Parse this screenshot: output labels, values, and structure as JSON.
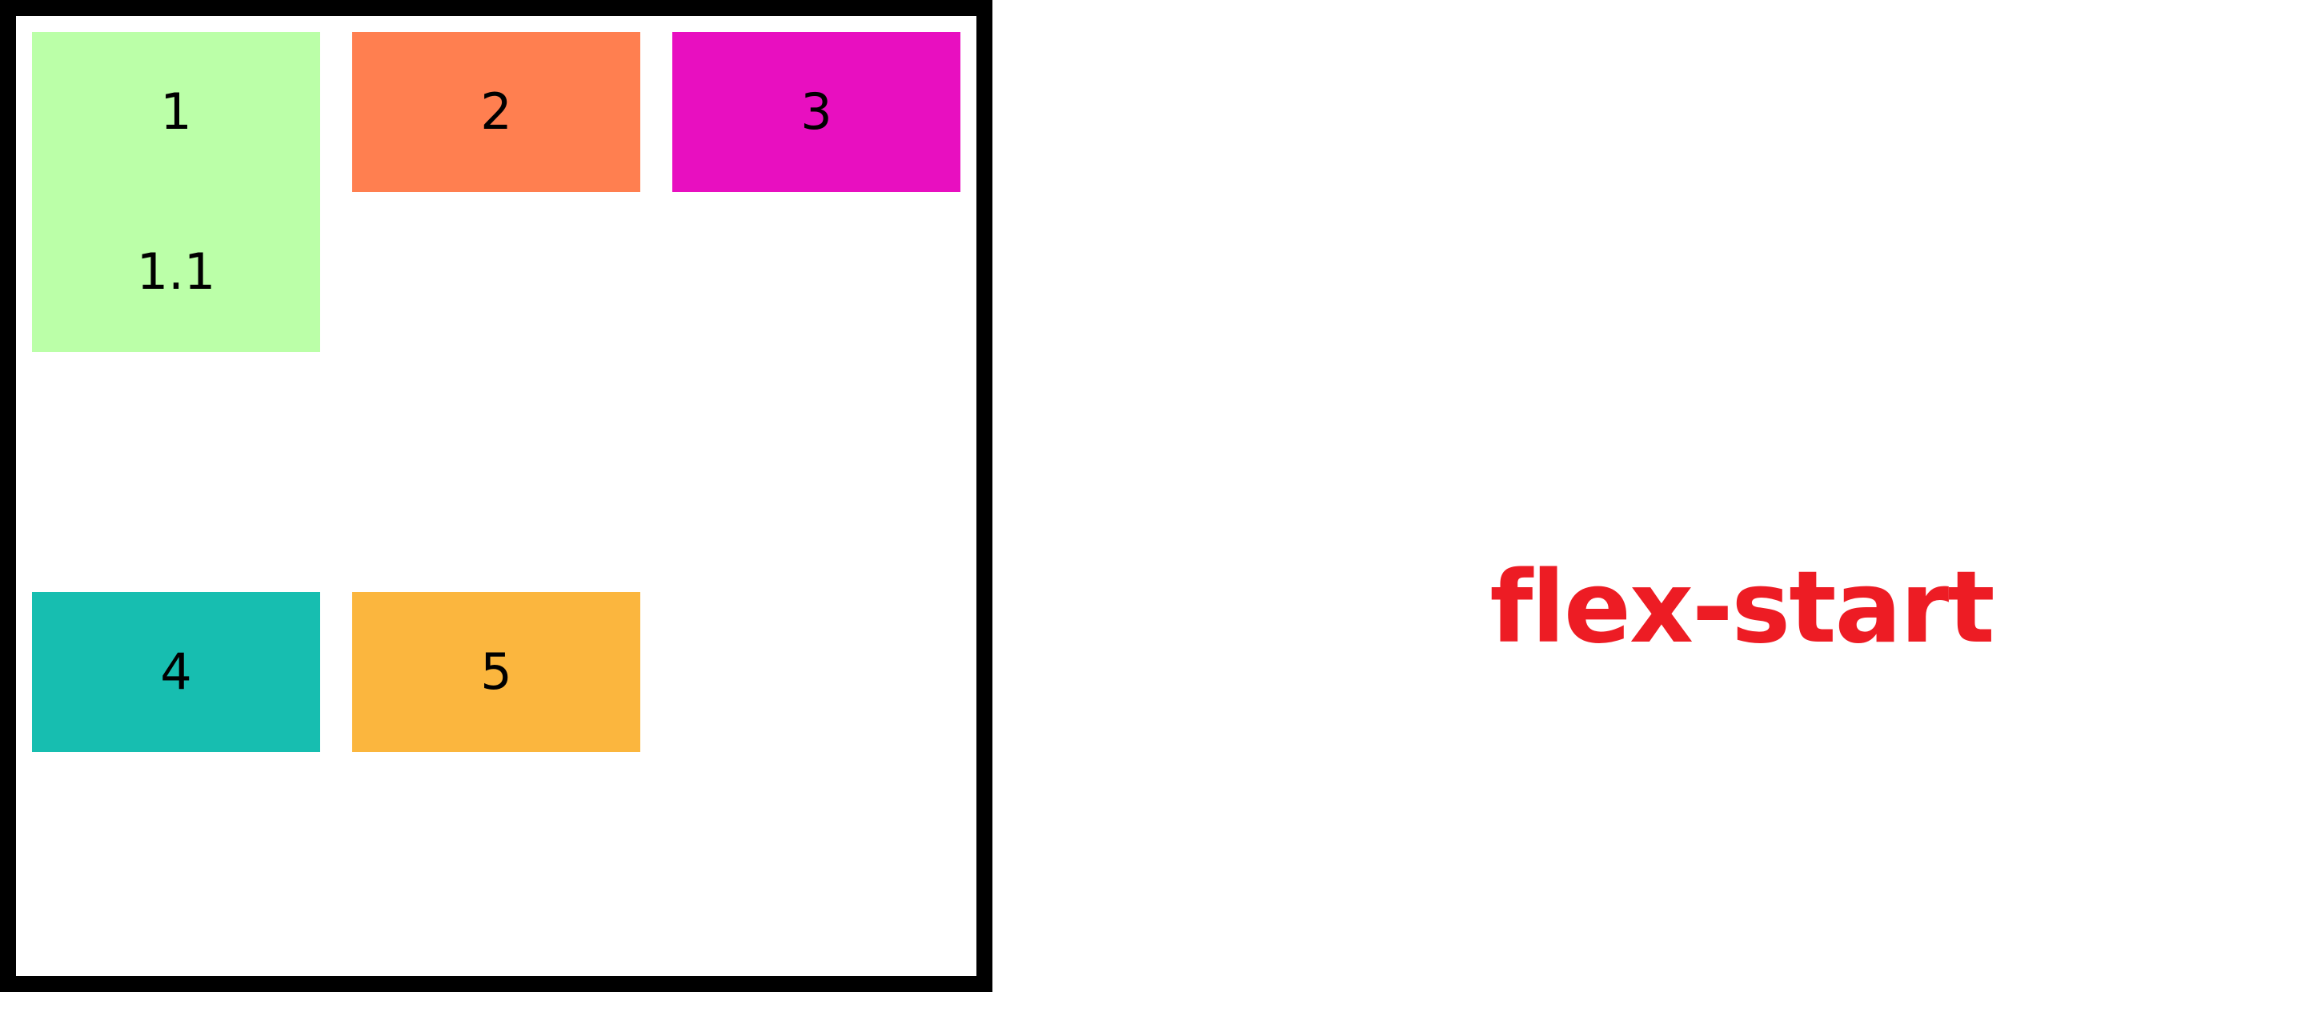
{
  "diagram": {
    "container": {
      "border_color": "#000000",
      "background": "#ffffff"
    },
    "items": [
      {
        "id": "1",
        "lines": [
          "1",
          "1.1"
        ],
        "color": "#BBFFA8"
      },
      {
        "id": "2",
        "lines": [
          "2"
        ],
        "color": "#FF7F50"
      },
      {
        "id": "3",
        "lines": [
          "3"
        ],
        "color": "#E80FC0"
      },
      {
        "id": "4",
        "lines": [
          "4"
        ],
        "color": "#17BEB0"
      },
      {
        "id": "5",
        "lines": [
          "5"
        ],
        "color": "#FBB63E"
      }
    ],
    "caption": {
      "text": "flex-start",
      "color": "#ED1C24"
    }
  }
}
